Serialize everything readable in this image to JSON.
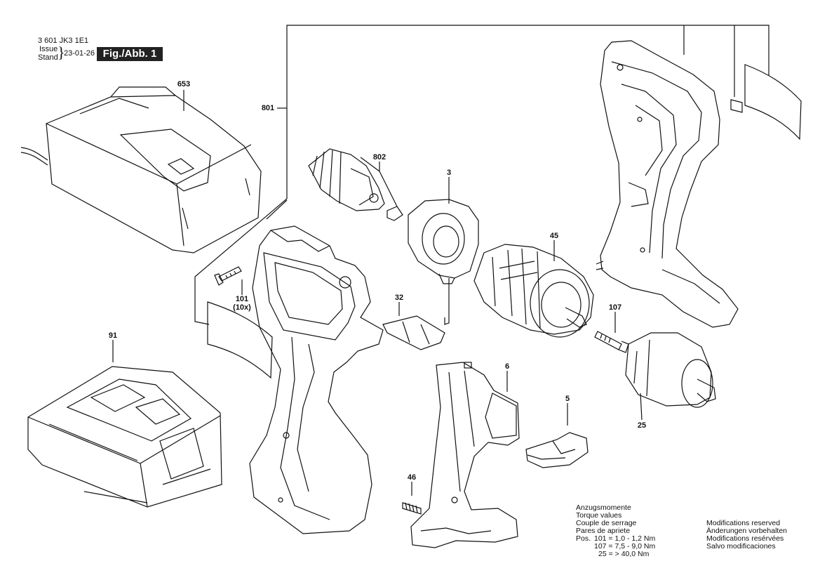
{
  "header": {
    "doc_number": "3 601 JK3 1E1",
    "issue_label": "Issue",
    "stand_label": "Stand",
    "date": "23-01-26",
    "figure_label": "Fig./Abb. 1"
  },
  "parts": [
    {
      "id": "653"
    },
    {
      "id": "801"
    },
    {
      "id": "802"
    },
    {
      "id": "3"
    },
    {
      "id": "45"
    },
    {
      "id": "101"
    },
    {
      "id": "(10x)"
    },
    {
      "id": "32"
    },
    {
      "id": "107"
    },
    {
      "id": "91"
    },
    {
      "id": "6"
    },
    {
      "id": "5"
    },
    {
      "id": "25"
    },
    {
      "id": "46"
    }
  ],
  "torque": {
    "lines": [
      "Anzugsmomente",
      "Torque values",
      "Couple de serrage",
      "Pares de apriete"
    ],
    "pos_label": "Pos.",
    "values": [
      "101 = 1,0 - 1,2 Nm",
      "107 = 7,5 - 9,0 Nm",
      "25 = > 40,0 Nm"
    ]
  },
  "modifications": [
    "Modifications reserved",
    "Änderungen vorbehalten",
    "Modifications resérvées",
    "Salvo modificaciones"
  ]
}
